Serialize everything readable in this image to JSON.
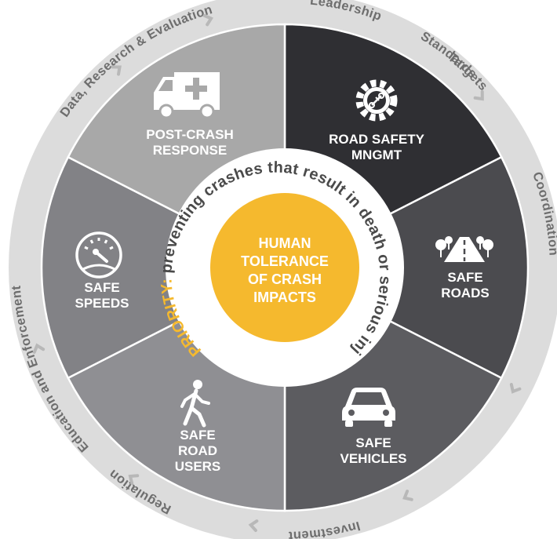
{
  "colors": {
    "outer_ring": "#dcdcdc",
    "chevron": "#b8b8b8",
    "ring_text": "#6e6e6e",
    "segment_lightest": "#a8a8a8",
    "segment_dark": "#2f2f33",
    "segment_mid_dark": "#4b4b4f",
    "segment_mid": "#5c5c60",
    "segment_light": "#828286",
    "segment_lighter": "#8f8f93",
    "inner_ring": "#ffffff",
    "center": "#f5b92e"
  },
  "outer_ring": {
    "labels": [
      {
        "text": "Leadership"
      },
      {
        "text": "Targets"
      },
      {
        "text": "Coordination"
      },
      {
        "text": "Standards"
      },
      {
        "text": "Investment"
      },
      {
        "text": "Regulation"
      },
      {
        "text": "Education and Enforcement"
      },
      {
        "text": "Data, Research & Evaluation"
      }
    ]
  },
  "segments": [
    {
      "line1": "ROAD SAFETY",
      "line2": "MNGMT",
      "icon": "gear-icon"
    },
    {
      "line1": "SAFE",
      "line2": "ROADS",
      "icon": "road-icon"
    },
    {
      "line1": "SAFE",
      "line2": "VEHICLES",
      "icon": "car-icon"
    },
    {
      "line1": "SAFE",
      "line2": "ROAD",
      "line3": "USERS",
      "icon": "walking-person-icon"
    },
    {
      "line1": "SAFE",
      "line2": "SPEEDS",
      "icon": "speedometer-icon"
    },
    {
      "line1": "POST-CRASH",
      "line2": "RESPONSE",
      "icon": "ambulance-icon"
    }
  ],
  "inner_ring": {
    "priority_label": "PRIORITY:",
    "priority_text": " preventing crashes that result in death or serious injury"
  },
  "center": {
    "line1": "HUMAN",
    "line2": "TOLERANCE",
    "line3": "OF CRASH",
    "line4": "IMPACTS"
  }
}
